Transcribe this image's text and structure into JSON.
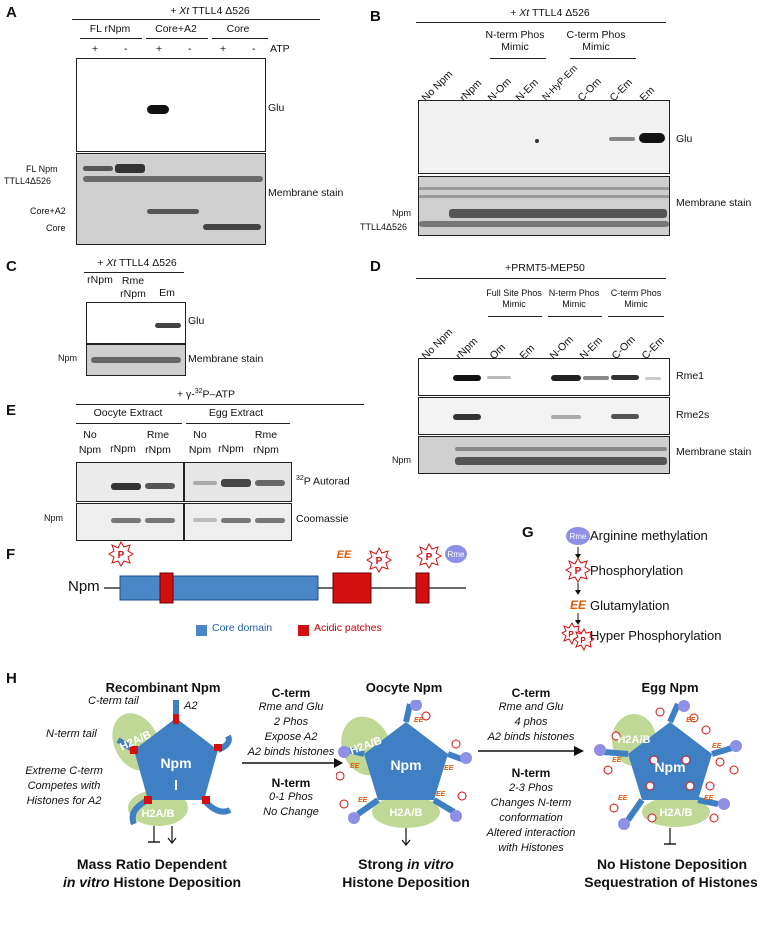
{
  "panels": {
    "A": {
      "letter": "A",
      "header": "+ Xt TTLL4 Δ526",
      "groups": [
        "FL rNpm",
        "Core+A2",
        "Core"
      ],
      "atp_signs": [
        "+",
        "-",
        "+",
        "-",
        "+",
        "-"
      ],
      "atp_label": "ATP",
      "glu_label": "Glu",
      "membrane_label": "Membrane stain",
      "band_labels": [
        "FL Npm",
        "TTLL4Δ526",
        "Core+A2",
        "Core"
      ]
    },
    "B": {
      "letter": "B",
      "header": "+ Xt TTLL4 Δ526",
      "nterm_label": "N-term Phos Mimic",
      "cterm_label": "C-term Phos Mimic",
      "lanes": [
        "No Npm",
        "rNpm",
        "N-Om",
        "N-Em",
        "N-HyP-Em",
        "C-Om",
        "C-Em",
        "Em"
      ],
      "glu_label": "Glu",
      "membrane_label": "Membrane stain",
      "band_labels": [
        "Npm",
        "TTLL4Δ526"
      ]
    },
    "C": {
      "letter": "C",
      "header": "+ Xt TTLL4 Δ526",
      "lanes": [
        "rNpm",
        "Rme rNpm",
        "Em"
      ],
      "glu_label": "Glu",
      "membrane_label": "Membrane stain",
      "band_label": "Npm"
    },
    "D": {
      "letter": "D",
      "header": "+PRMT5-MEP50",
      "full_label": "Full Site Phos Mimic",
      "nterm_label": "N-term Phos Mimic",
      "cterm_label": "C-term Phos Mimic",
      "lanes": [
        "No Npm",
        "rNpm",
        "Om",
        "Em",
        "N-Om",
        "N-Em",
        "C-Om",
        "C-Em"
      ],
      "rme1_label": "Rme1",
      "rme2s_label": "Rme2s",
      "membrane_label": "Membrane stain",
      "band_label": "Npm"
    },
    "E": {
      "letter": "E",
      "header": "+ γ-32P–ATP",
      "oocyte_label": "Oocyte Extract",
      "egg_label": "Egg Extract",
      "lanes_oocyte": [
        "No Npm",
        "rNpm",
        "Rme rNpm"
      ],
      "lanes_egg": [
        "No Npm",
        "rNpm",
        "Rme rNpm"
      ],
      "autorad_label": "32P Autorad",
      "coomassie_label": "Coomassie",
      "band_label": "Npm"
    },
    "F": {
      "letter": "F",
      "protein_label": "Npm",
      "legend_core": "Core domain",
      "legend_acidic": "Acidic patches",
      "marks": [
        "P",
        "EE",
        "P",
        "P",
        "Rme"
      ],
      "colors": {
        "core": "#4a86c8",
        "acidic": "#d40f0f",
        "rme": "#8f8fe6"
      }
    },
    "G": {
      "letter": "G",
      "steps": [
        "Arginine methylation",
        "Phosphorylation",
        "Glutamylation",
        "Hyper Phosphorylation"
      ],
      "icons": [
        "Rme",
        "P",
        "EE",
        "P"
      ]
    },
    "H": {
      "letter": "H",
      "states": [
        {
          "title": "Recombinant Npm",
          "center": "Npm",
          "histones": [
            "H2A/B",
            "H2A/B"
          ],
          "annotations": [
            "C-term tail",
            "A2",
            "N-term tail",
            "Extreme C-term Competes with Histones for A2"
          ],
          "outcome": [
            "Mass Ratio Dependent",
            "in vitro",
            "Histone Deposition"
          ]
        },
        {
          "title": "Oocyte Npm",
          "center": "Npm",
          "histones": [
            "H2A/B",
            "H2A/B"
          ],
          "outcome": [
            "Strong",
            "in vitro",
            "Histone Deposition"
          ]
        },
        {
          "title": "Egg Npm",
          "center": "Npm",
          "histones": [
            "H2A/B",
            "H2A/B"
          ],
          "outcome": [
            "No Histone Deposition",
            "Sequestration of Histones"
          ]
        }
      ],
      "transition1": {
        "cterm_head": "C-term",
        "cterm_lines": [
          "Rme and Glu",
          "2 Phos",
          "Expose A2",
          "A2 binds histones"
        ],
        "nterm_head": "N-term",
        "nterm_lines": [
          "0-1 Phos",
          "No Change"
        ]
      },
      "transition2": {
        "cterm_head": "C-term",
        "cterm_lines": [
          "Rme and Glu",
          "4 phos",
          "A2 binds histones"
        ],
        "nterm_head": "N-term",
        "nterm_lines": [
          "2-3 Phos",
          "Changes N-term",
          "conformation",
          "Altered interaction",
          "with Histones"
        ]
      }
    }
  }
}
